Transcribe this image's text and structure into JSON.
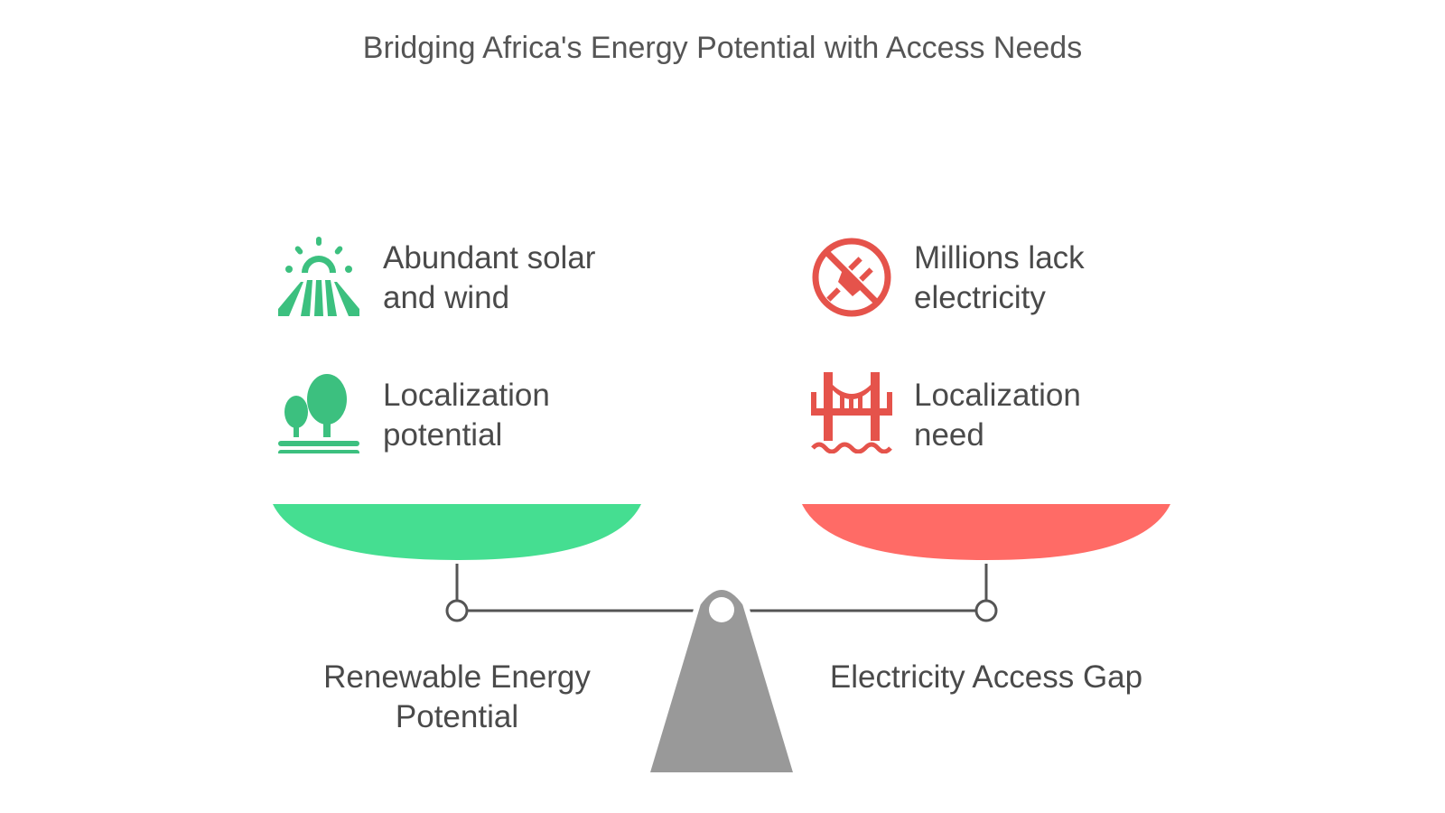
{
  "title": "Bridging Africa's Energy Potential with Access Needs",
  "left": {
    "label": "Renewable Energy Potential",
    "label_lines": [
      "Renewable Energy",
      "Potential"
    ],
    "color": "#45DE91",
    "icon_color": "#3CC07F",
    "items": [
      {
        "icon": "solar-field-icon",
        "lines": [
          "Abundant solar",
          "and wind"
        ]
      },
      {
        "icon": "trees-icon",
        "lines": [
          "Localization",
          "potential"
        ]
      }
    ]
  },
  "right": {
    "label": "Electricity Access Gap",
    "color": "#FF6B66",
    "icon_color": "#E5534B",
    "items": [
      {
        "icon": "no-plug-icon",
        "lines": [
          "Millions lack",
          "electricity"
        ]
      },
      {
        "icon": "bridge-icon",
        "lines": [
          "Localization",
          "need"
        ]
      }
    ]
  }
}
